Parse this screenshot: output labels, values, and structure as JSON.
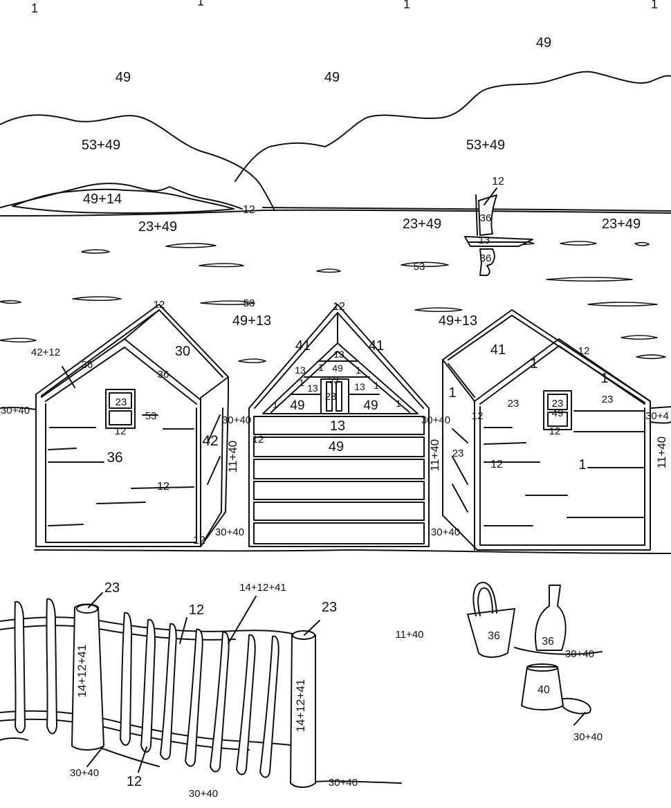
{
  "numbers": {
    "sky_top_1": "1",
    "sky_top_2": "1",
    "sky_top_3": "1",
    "sky_top_4": "1",
    "sky_right": "49",
    "sky_left": "49",
    "sky_mid": "49",
    "mountain_left": "53+49",
    "mountain_right": "53+49",
    "island": "49+14",
    "island_edge": "12",
    "sea_left": "23+49",
    "sea_mid": "23+49",
    "sea_right": "23+49",
    "sail_top": "12",
    "sail": "36",
    "boat_hull": "13",
    "reflection": "36",
    "ripple": "53",
    "sea_ripple_2": "53",
    "sea_lower_1": "49+13",
    "sea_lower_2": "49+13",
    "hut1_roof_ridge": "12",
    "hut1_roof_right": "30",
    "hut1_trim_a": "42+12",
    "hut1_trim_b": "36",
    "hut1_trim_c": "36",
    "hut1_window_pane": "23",
    "hut1_window_frame": "53",
    "hut1_window_sill": "12",
    "hut1_wall": "36",
    "hut1_plank": "12",
    "hut1_side": "42",
    "hut1_corner": "12",
    "left_edge": "30+40",
    "gap_1": "11+40",
    "hut2_roof_ridge": "12",
    "hut2_roof_left": "41",
    "hut2_roof_right": "41",
    "hut2_gable_13a": "13",
    "hut2_gable_1a": "1",
    "hut2_gable_49": "49",
    "hut2_gable_1b": "1",
    "hut2_gable_13b": "13",
    "hut2_gable_1c": "1",
    "hut2_gable_13c": "13",
    "hut2_gable_53": "53",
    "hut2_gable_13d": "13",
    "hut2_gable_1d": "1",
    "hut2_gable_23": "23",
    "hut2_gable_1e": "1",
    "hut2_gable_49l": "49",
    "hut2_gable_49r": "49",
    "hut2_gable_1f": "1",
    "hut2_left_30_40": "30+40",
    "hut2_right_30_40": "30+40",
    "hut2_band_13": "13",
    "hut2_band_12": "12",
    "hut2_band_49": "49",
    "ground_1": "30+40",
    "ground_2": "30+40",
    "gap_2": "11+40",
    "hut3_side": "1",
    "hut3_roof": "41",
    "hut3_trim_1": "1",
    "hut3_trim_2": "12",
    "hut3_trim_3": "1",
    "hut3_23_left": "23",
    "hut3_23_right": "23",
    "hut3_window_pane": "23",
    "hut3_window_49": "49",
    "hut3_window_sill": "12",
    "hut3_corner": "12",
    "hut3_side_23": "23",
    "hut3_plank": "12",
    "hut3_wall": "1",
    "right_edge_30_40": "30+4",
    "right_edge_11_40": "11+40",
    "post1_top": "23",
    "post1_body": "14+12+41",
    "fence_12a": "12",
    "fence_rope": "14+12+41",
    "post2_top": "23",
    "post2_body": "14+12+41",
    "sand_11_40": "11+40",
    "fence_bottom_30_40a": "30+40",
    "fence_bottom_12": "12",
    "fence_bottom_30_40b": "30+40",
    "fence_bottom_30_40c": "30+40",
    "bucket": "36",
    "spade": "36",
    "bucket_shadow": "30+40",
    "pot": "40",
    "pot_shadow": "30+40"
  }
}
